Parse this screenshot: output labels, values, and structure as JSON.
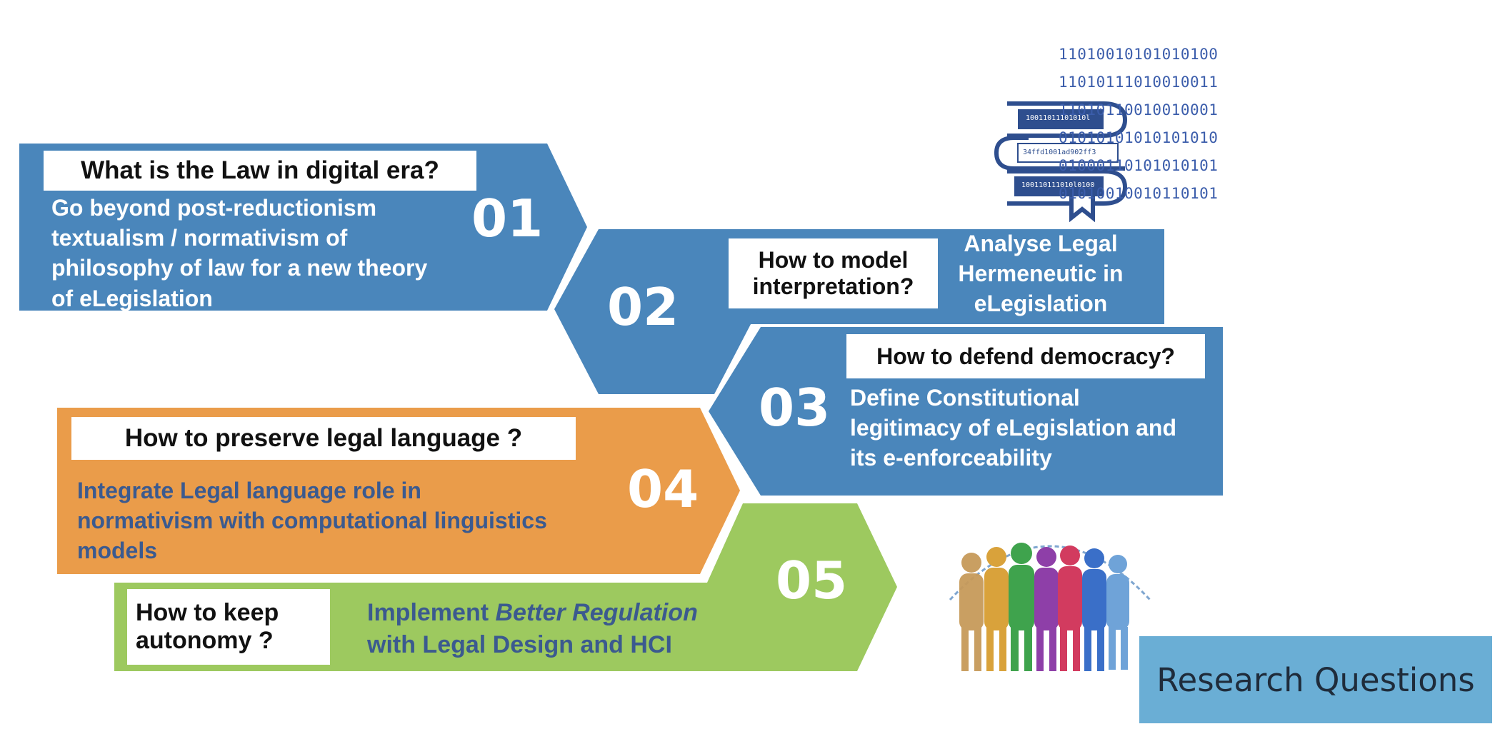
{
  "colors": {
    "blue": "#4a86bb",
    "orange": "#ea9c4a",
    "green": "#9dc95f",
    "answer_dark": "#3b5a8f",
    "badge": "#6aaed5"
  },
  "steps": [
    {
      "number": "01",
      "question": "What is the Law in digital era?",
      "answer": [
        "Go beyond post-reductionism",
        "textualism / normativism of",
        "philosophy of law for a new theory",
        "of eLegislation"
      ]
    },
    {
      "number": "02",
      "question": [
        "How to model",
        "interpretation?"
      ],
      "answer": [
        "Analyse Legal",
        "Hermeneutic in",
        "eLegislation"
      ]
    },
    {
      "number": "03",
      "question": "How to defend democracy?",
      "answer": [
        "Define Constitutional",
        "legitimacy of eLegislation and",
        "its e-enforceability"
      ]
    },
    {
      "number": "04",
      "question": "How to preserve legal language ?",
      "answer": [
        "Integrate Legal language role in",
        "normativism with computational linguistics",
        "models"
      ]
    },
    {
      "number": "05",
      "question": [
        "How to keep",
        "autonomy ?"
      ],
      "answer_prefix": "Implement ",
      "answer_emphasis": "Better Regulation",
      "answer_line2": "with Legal Design and HCI"
    }
  ],
  "binary_lines": [
    "11010010101010100",
    "11010111010010011",
    "11010110010010001",
    "01010101010101010",
    "01000110101010101",
    "01010010010110101"
  ],
  "book_labels": [
    "10011011101010l",
    "34ffd1001ad902ff3",
    "100110111010l0100"
  ],
  "icons": {
    "book": "stacked-books-icon",
    "people": "diverse-crowd-icon"
  },
  "badge_label": "Research Questions"
}
